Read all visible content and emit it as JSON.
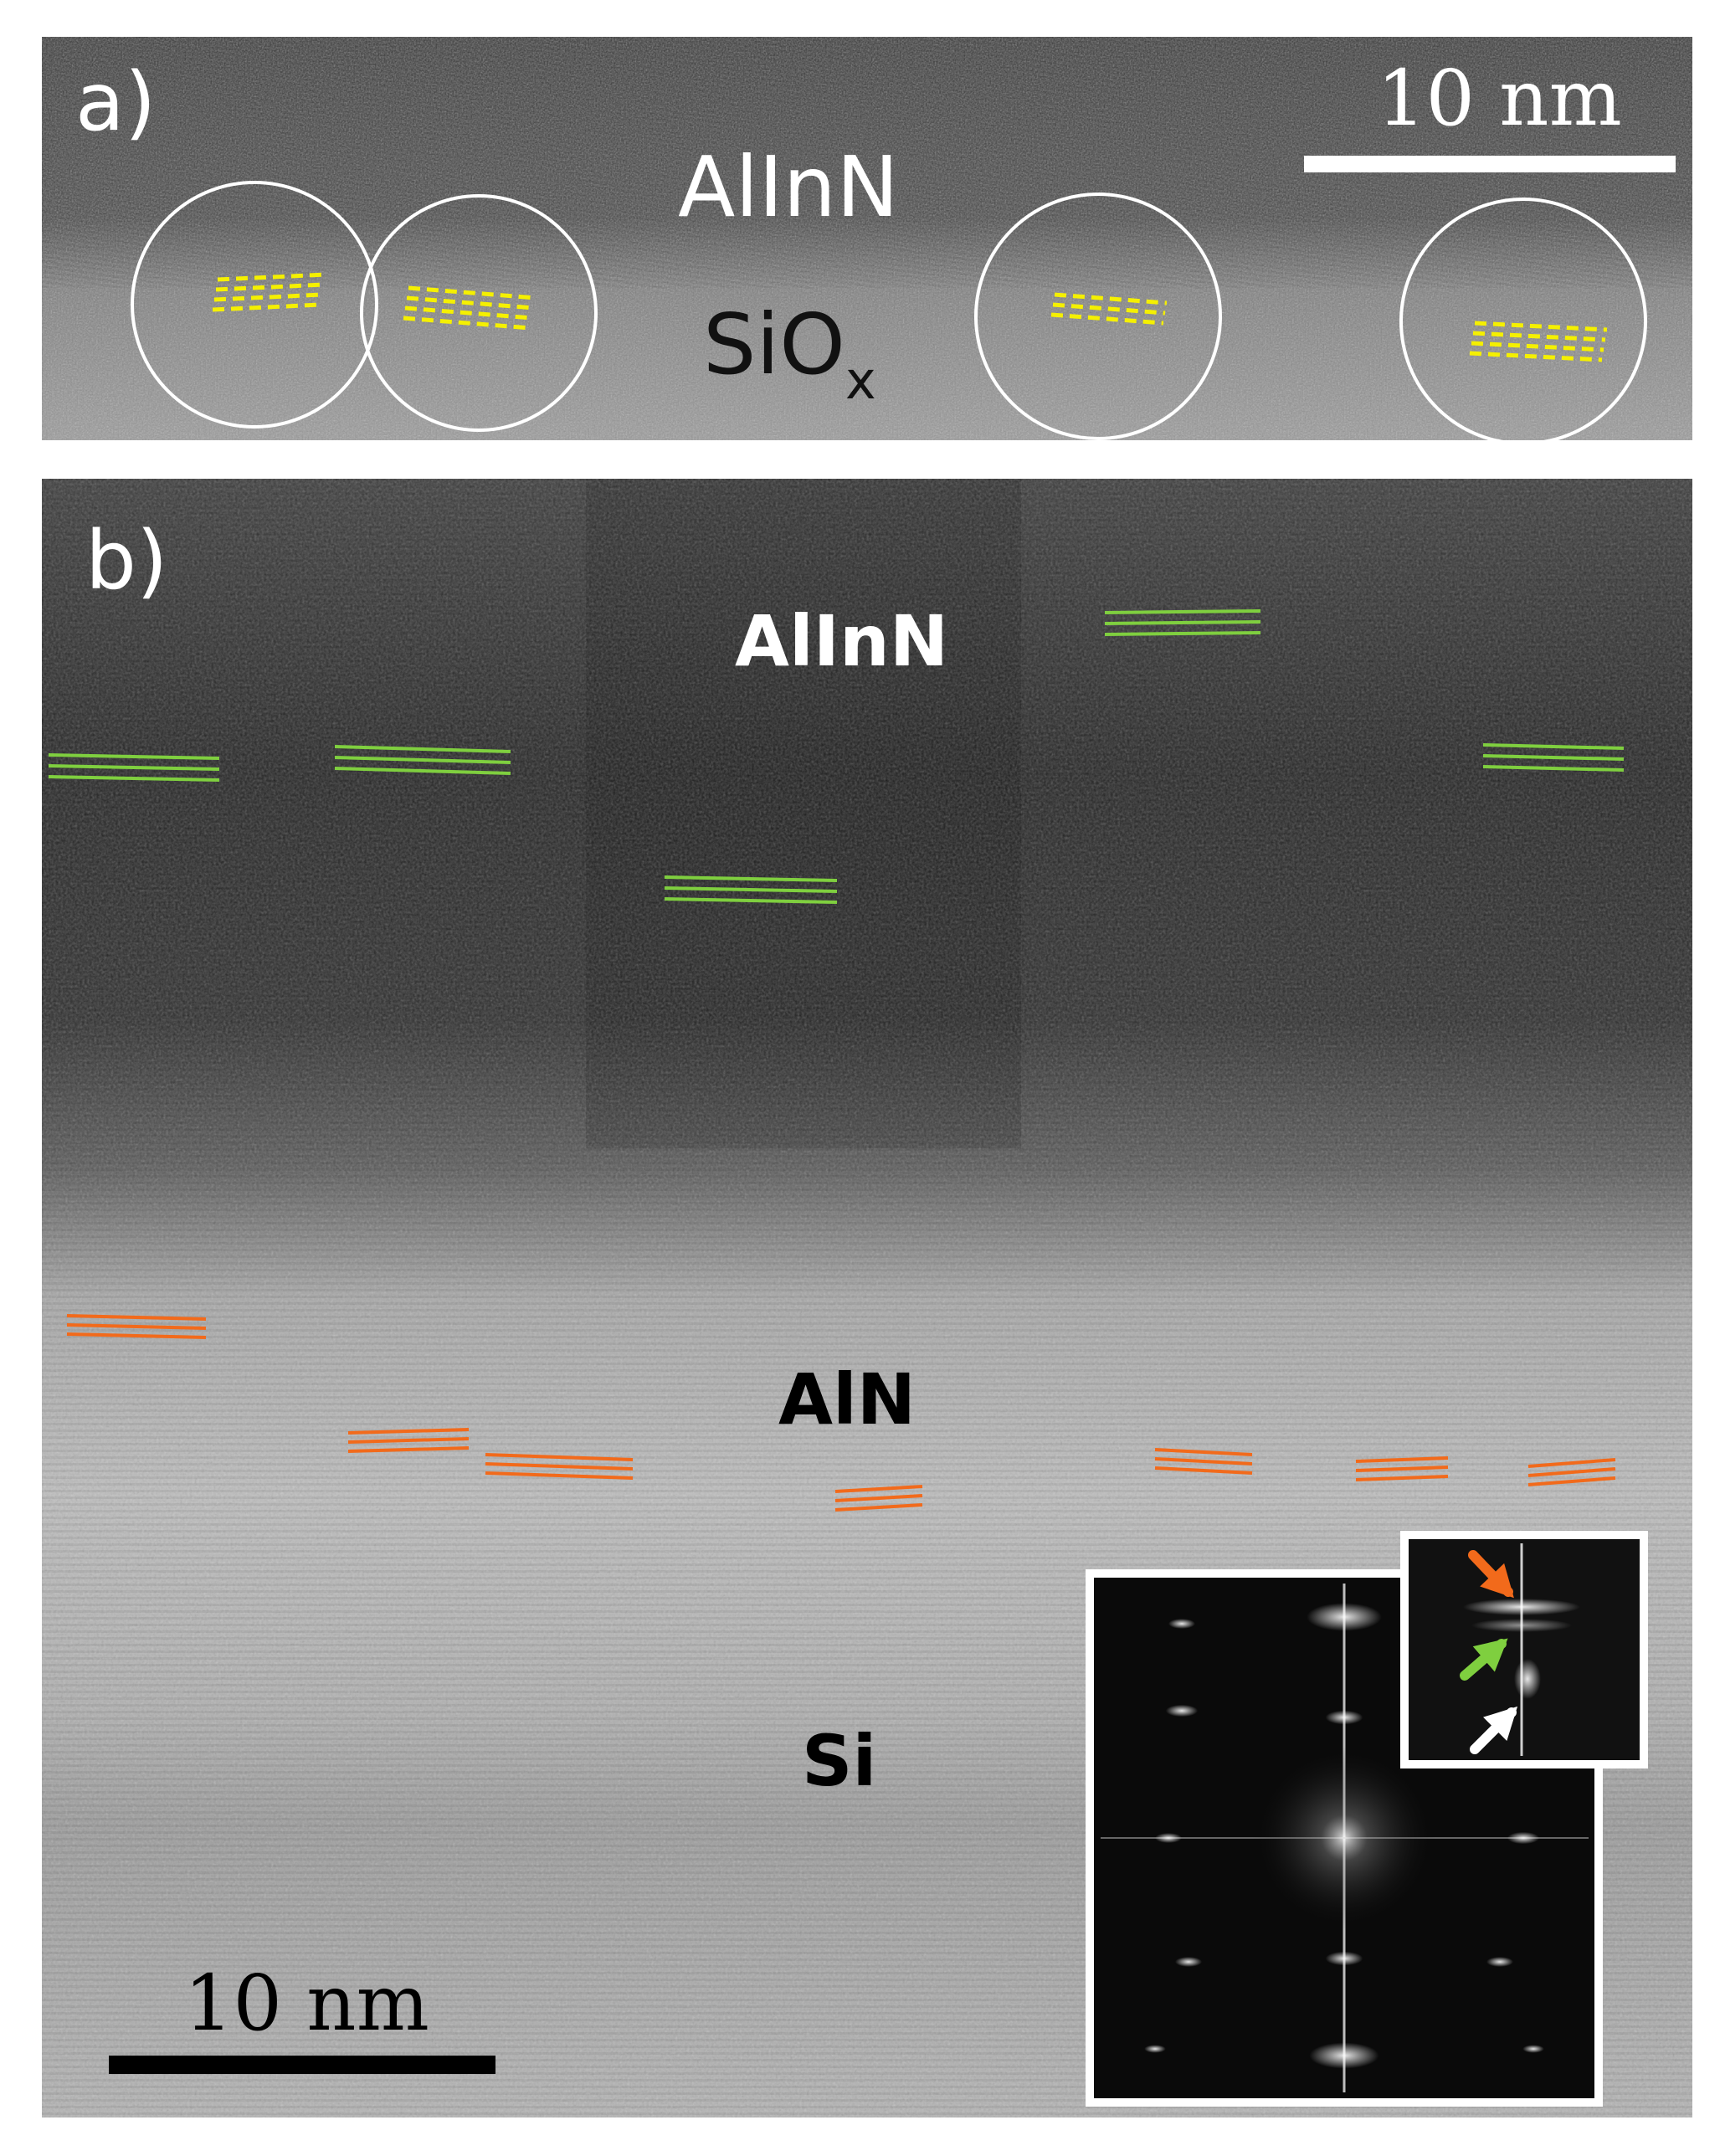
{
  "panel_a": {
    "letter": "a)",
    "labels": {
      "top": "AlInN",
      "bottom_base": "SiO",
      "bottom_sub": "x"
    },
    "scale_bar": {
      "text": "10 nm",
      "color": "#ffffff"
    },
    "circle_color": "#ffffff",
    "fringe_color": "#f5f000"
  },
  "panel_b": {
    "letter": "b)",
    "labels": {
      "top": "AlInN",
      "middle": "AlN",
      "bottom": "Si"
    },
    "scale_bar": {
      "text": "10 nm",
      "color": "#000000"
    },
    "green_fringe_color": "#7fcf3f",
    "orange_fringe_color": "#f26a1b",
    "inset": {
      "border_color": "#ffffff",
      "arrows": [
        {
          "name": "orange-arrow",
          "color": "#f26a1b"
        },
        {
          "name": "green-arrow",
          "color": "#7fcf3f"
        },
        {
          "name": "white-arrow",
          "color": "#ffffff"
        }
      ]
    }
  }
}
